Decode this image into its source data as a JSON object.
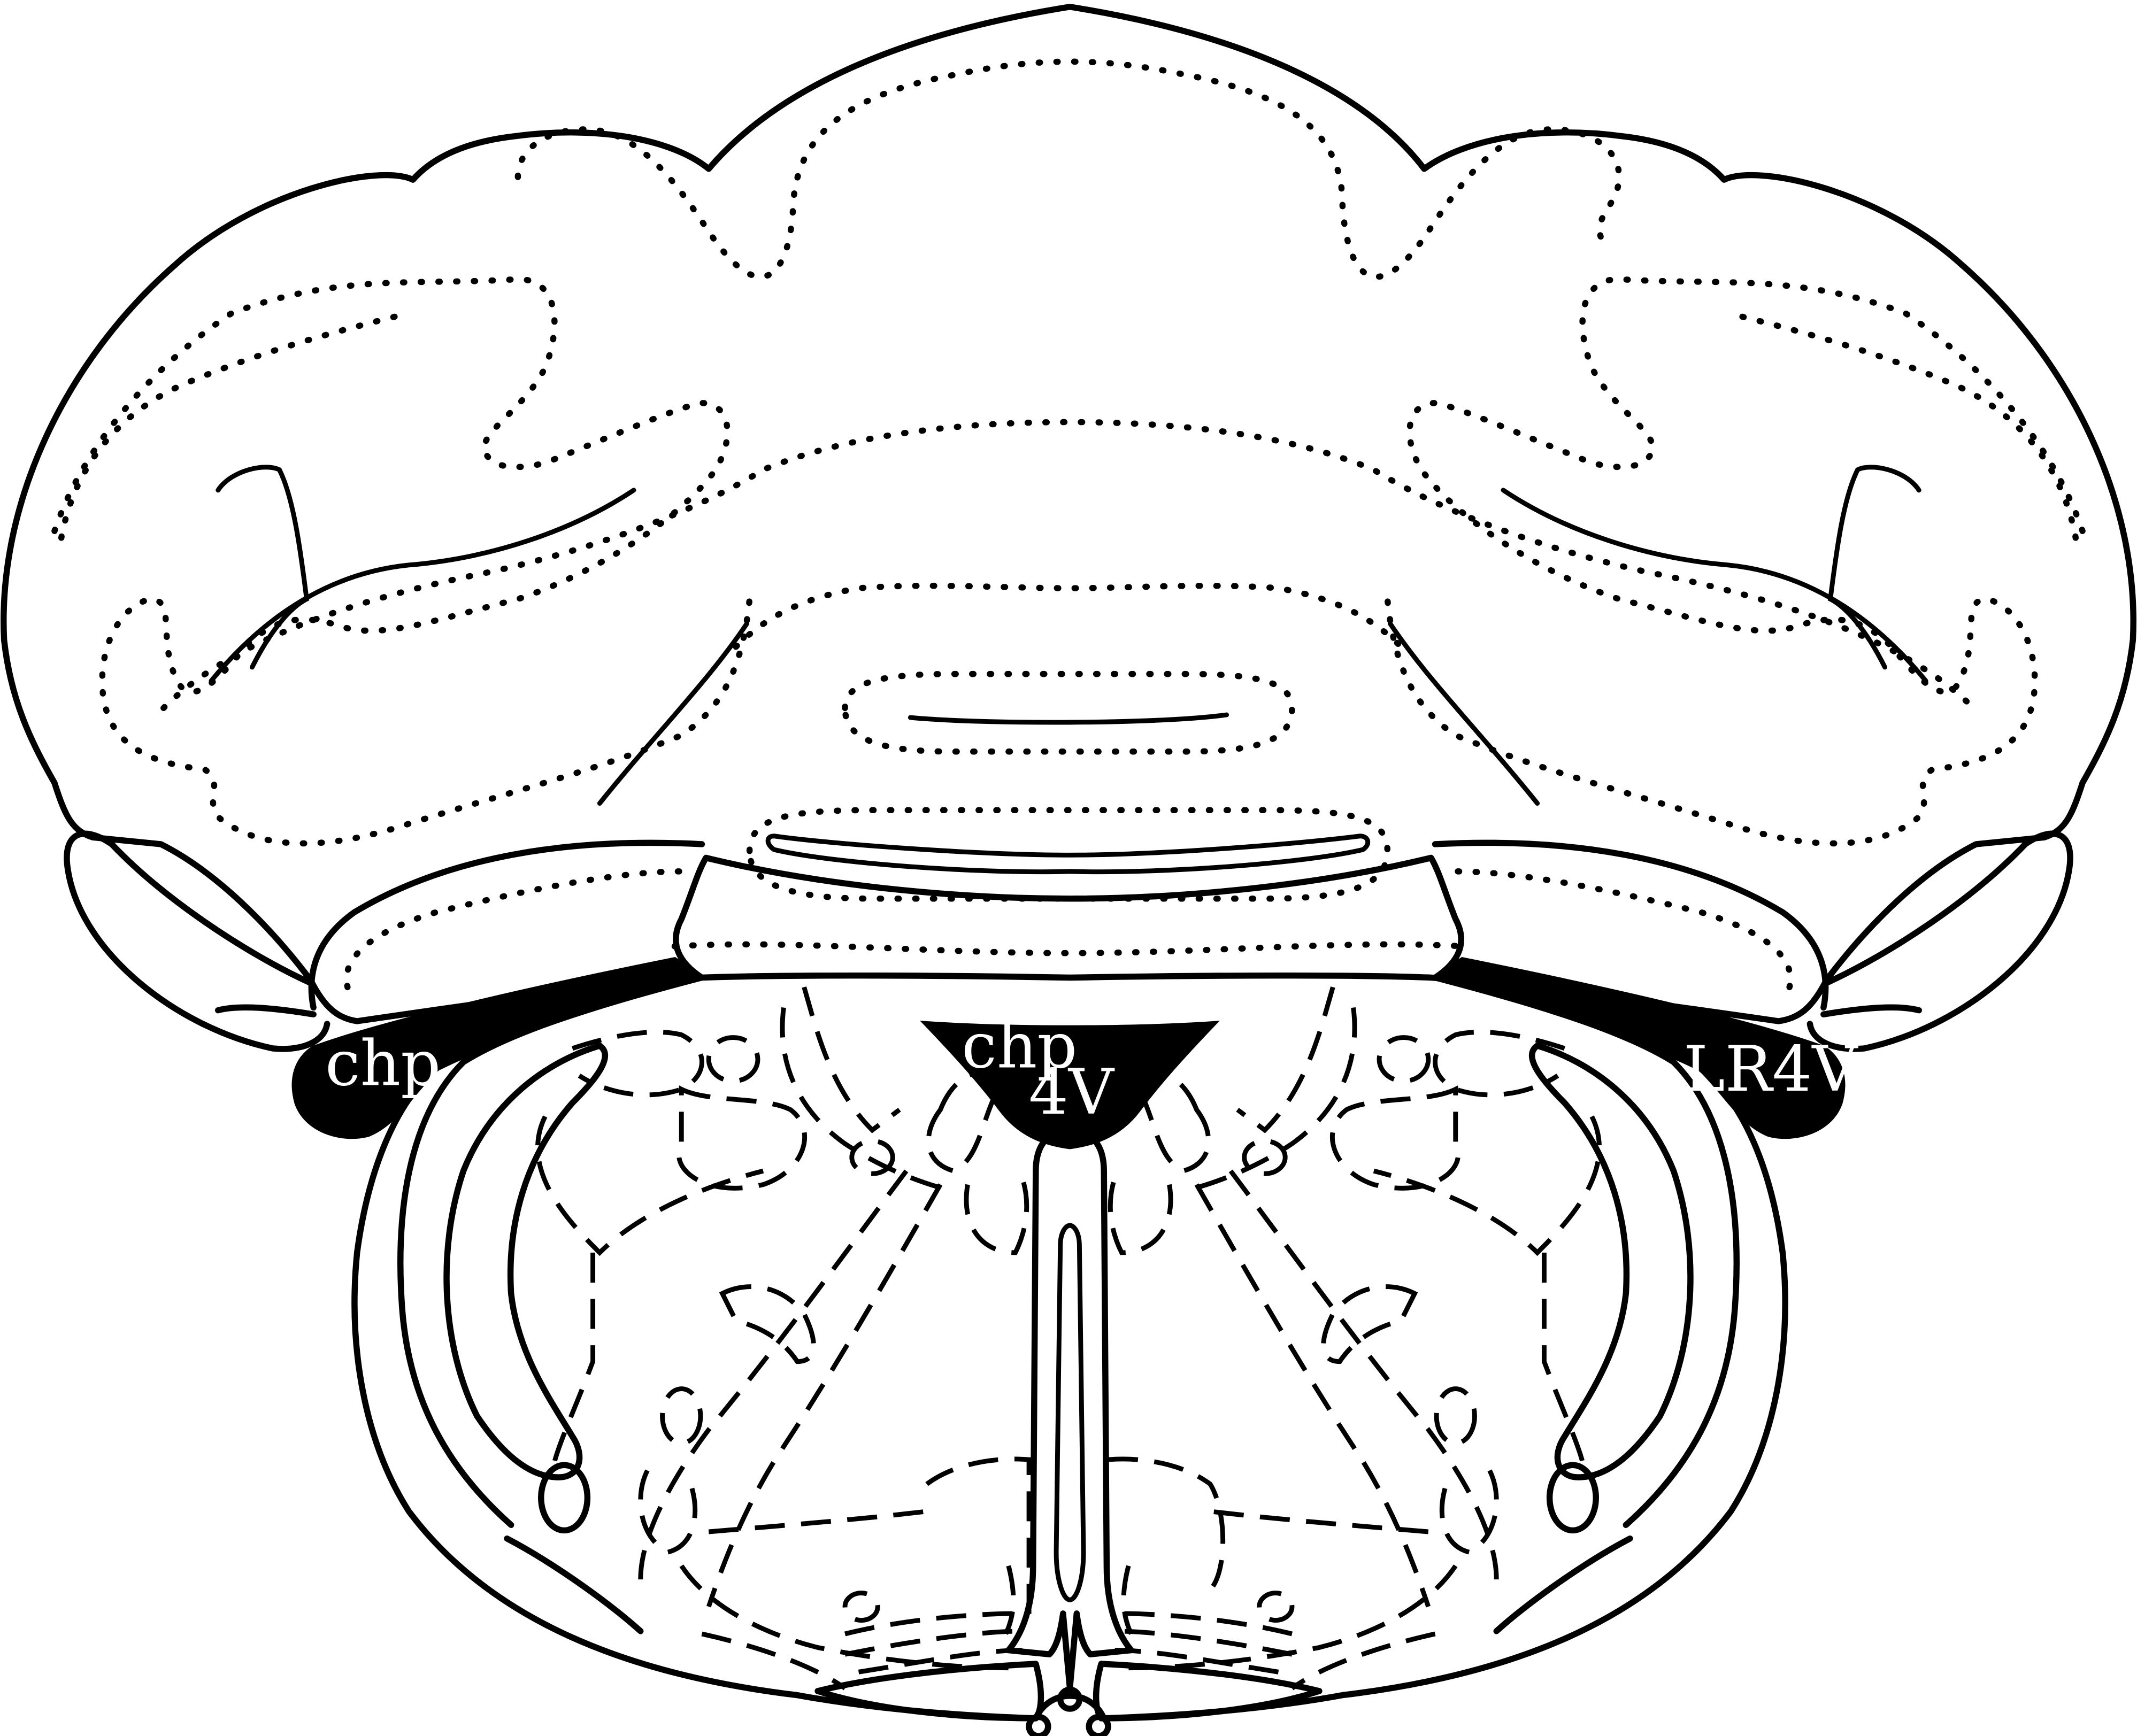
{
  "labels": {
    "chp_left": "chp",
    "chp_center": "chp",
    "fourth_ventricle": "4V",
    "lateral_recess": "LR4V"
  }
}
